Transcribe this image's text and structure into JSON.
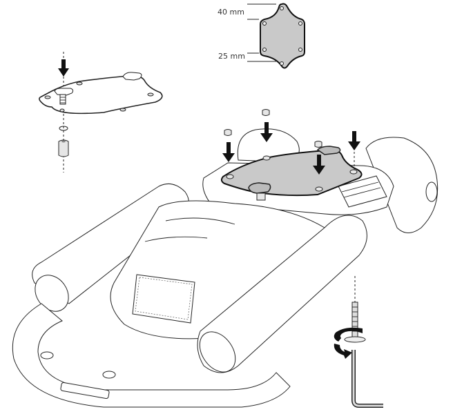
{
  "diagram": {
    "type": "assembly-instruction",
    "dimension_labels": {
      "top": "40 mm",
      "bottom": "25 mm"
    },
    "colors": {
      "plate_fill": "#c9c9c9",
      "line": "#222222",
      "background": "#ffffff"
    },
    "parts": [
      {
        "name": "mounting-plate",
        "description": "Grey mounting plate with 4 screw holes and 2 tabs"
      },
      {
        "name": "bolt",
        "description": "Bolt through plate tab"
      },
      {
        "name": "washer",
        "description": "Split washer"
      },
      {
        "name": "hex-standoff",
        "description": "Hex spacer/standoff"
      },
      {
        "name": "hex-nuts",
        "description": "Nuts dropped onto plate studs (4)"
      },
      {
        "name": "machine-screw",
        "description": "Long screw inserted from below"
      },
      {
        "name": "allen-key",
        "description": "L-shaped hex key"
      },
      {
        "name": "base-unit",
        "description": "Padded tubular frame base with cover"
      }
    ],
    "arrows": {
      "down_arrow_count": 5,
      "rotation_arrow": "clockwise-tighten"
    }
  }
}
